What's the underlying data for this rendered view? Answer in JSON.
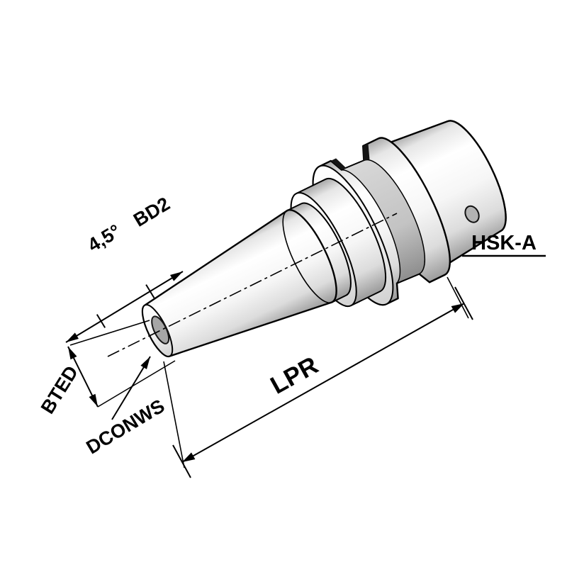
{
  "drawing": {
    "labels": {
      "taper_angle": "4,5°",
      "bd2": "BD2",
      "hsk": "HSK-A",
      "bted": "BTED",
      "dconws": "DCONWS",
      "lpr": "LPR"
    },
    "colors": {
      "background": "#ffffff",
      "line": "#000000",
      "metal_light": "#ffffff",
      "metal_mid": "#d9d9d9",
      "metal_dark": "#9a9a9a",
      "groove_gray": "#c3c3c3",
      "bore_gray": "#a6a6a6",
      "notch_dark": "#151515"
    }
  }
}
